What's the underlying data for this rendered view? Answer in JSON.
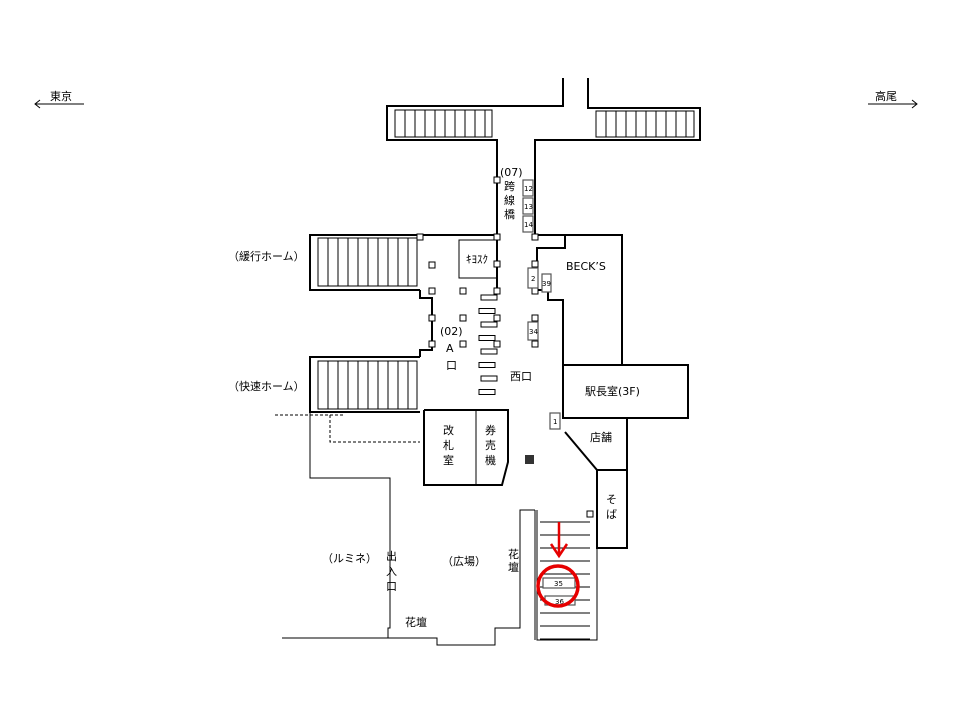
{
  "directions": {
    "left": "東京",
    "right": "高尾"
  },
  "labels": {
    "bridge_code": "(07)",
    "bridge": [
      "跨",
      "線",
      "橋"
    ],
    "slow_platform": "（緩行ホーム）",
    "rapid_platform": "（快速ホーム）",
    "kiosk": "ｷﾖｽｸ",
    "becks": "BECK’S",
    "a_exit_code": "(02)",
    "a_exit": [
      "A",
      "口"
    ],
    "west_exit": "西口",
    "station_master": "駅長室(3F)",
    "ticket_gate_room": [
      "改",
      "札",
      "室"
    ],
    "ticket_machine": [
      "券",
      "売",
      "機"
    ],
    "shop": "店舗",
    "soba": [
      "そ",
      "ば"
    ],
    "lumine": "（ルミネ）",
    "entrance": [
      "出",
      "入",
      "口"
    ],
    "plaza": "（広場）",
    "flowerbed_v": [
      "花",
      "壇"
    ],
    "flowerbed_h": "花壇"
  },
  "markers": [
    "12",
    "13",
    "14",
    "2",
    "39",
    "34",
    "1",
    "35",
    "36"
  ],
  "highlight": {
    "marker": "35",
    "color": "#e60000"
  }
}
